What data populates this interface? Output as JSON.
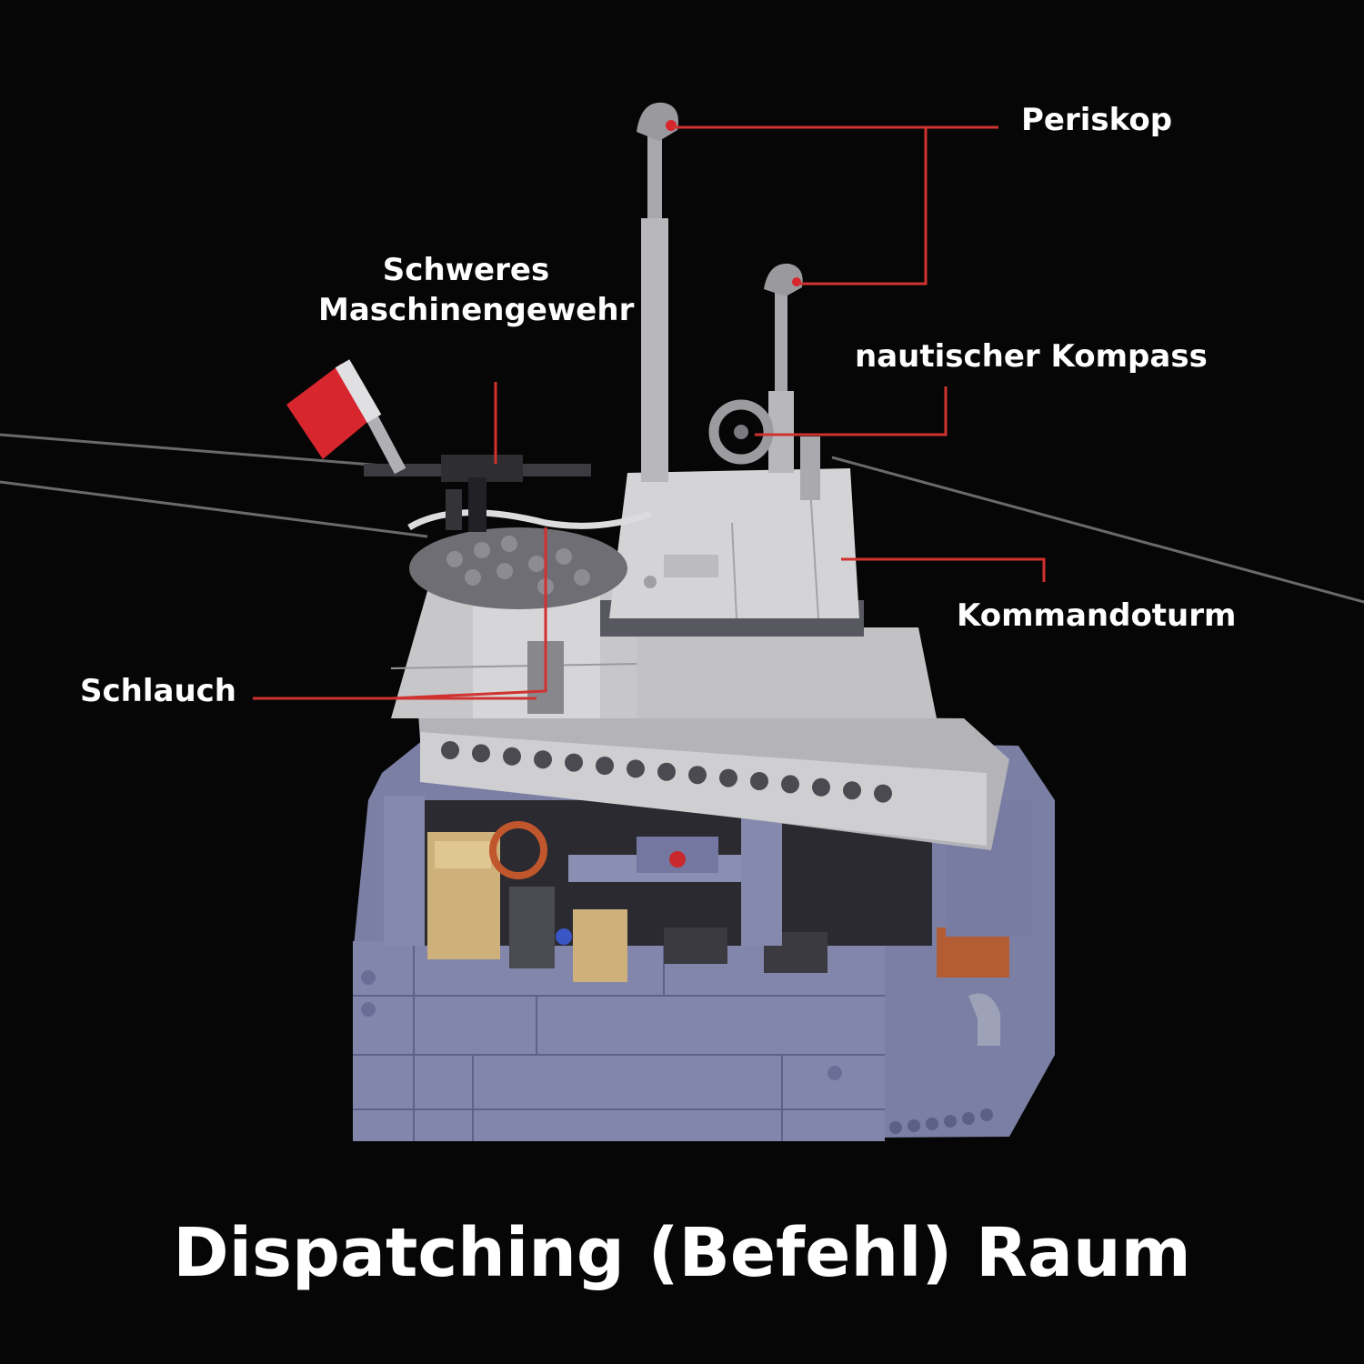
{
  "labels": {
    "periscope": "Periskop",
    "heavy_mg": "Schweres Maschinengewehr",
    "compass": "nautischer Kompass",
    "conning_tower": "Kommandoturm",
    "hose": "Schlauch"
  },
  "caption": "Dispatching (Befehl) Raum",
  "colors": {
    "background": "#060606",
    "callout_line": "#d0322f",
    "hull": "#7c80a6",
    "tower": "#c9c9cc",
    "flag": "#d8262e"
  },
  "icons": [
    "flag-icon",
    "machine-gun-icon",
    "compass-icon",
    "periscope-icon"
  ]
}
